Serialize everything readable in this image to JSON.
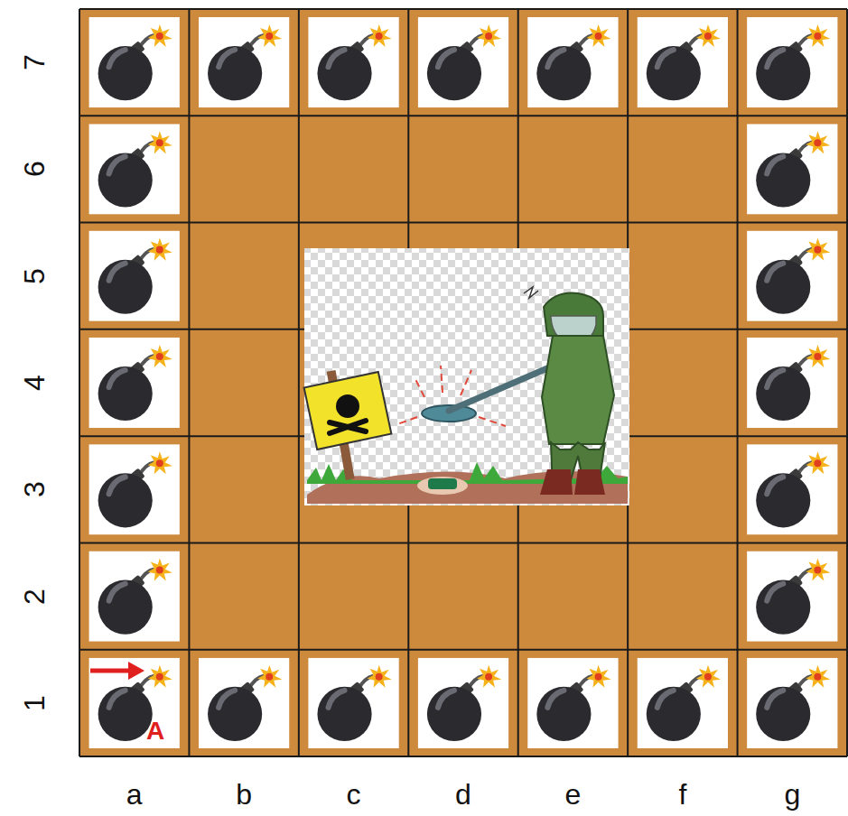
{
  "diagram": {
    "labels": [
      "7",
      "6",
      "5",
      "4",
      "3",
      "2",
      "1",
      "a",
      "b",
      "c",
      "d",
      "e",
      "f",
      "g",
      "A"
    ]
  }
}
